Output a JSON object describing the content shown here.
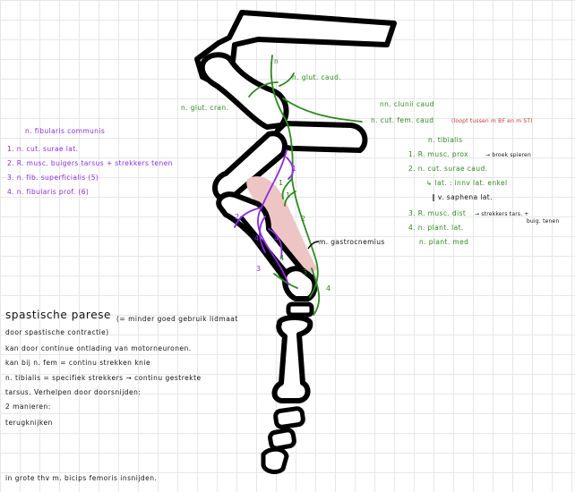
{
  "left_labels": {
    "title": "n. fibularis communis",
    "items": [
      "1. n. cut. surae lat.",
      "2. R. musc. buigers tarsus + strekkers tenen",
      "3. n. fib. superficialis (5)",
      "4. n. fibularis prof. (6)"
    ]
  },
  "top_labels": {
    "n_label": "n",
    "glut_caud": "n. glut. caud.",
    "glut_cran": "n. glut. cran.",
    "clunii_caud": "nn. clunii caud",
    "cut_fem_caud": "n. cut. fem. caud",
    "cut_fem_note": "(loopt tussen m BF en m ST)"
  },
  "right_labels": {
    "title": "n. tibialis",
    "item1": "1. R. musc. prox",
    "item1_arrow": "→ broek spieren",
    "item2": "2. n. cut. surae caud.",
    "item2_sub": "↳ lat. : innv lat. enkel",
    "item2_sub2": "‖ v. saphena lat.",
    "item3": "3. R. musc. dist",
    "item3_arrow": "→ strekkers tars. +",
    "item3_arrow2": "buig. tenen",
    "item4": "4. n. plant. lat.",
    "item5": "n. plant. med"
  },
  "gastro_label": "m. gastrocnemius",
  "diagram_numbers": {
    "green": [
      "1",
      "1",
      "2",
      "3",
      "4",
      "4"
    ],
    "purple": [
      "1",
      "2",
      "3",
      "4",
      "4"
    ]
  },
  "notes": {
    "title": "spastische parese",
    "title_def": "(= minder goed gebruik lidmaat",
    "title_def2": "door spastische contractie)",
    "lines": [
      "kan door continue ontlading van motorneuronen.",
      "kan bij n. fem = continu strekken knie",
      "n. tibialis = specifiek strekkers → continu gestrekte",
      "tarsus. Verhelpen door doorsnijden:",
      "2 manieren:",
      "terugknijken"
    ],
    "bottom": "in grote thv m. bicips femoris insnijden."
  },
  "colors": {
    "tibial_nerve": "#2e8a1f",
    "fibular_nerve": "#8a2be2",
    "muscle": "#eec5c5",
    "bone_outline": "#000000"
  }
}
